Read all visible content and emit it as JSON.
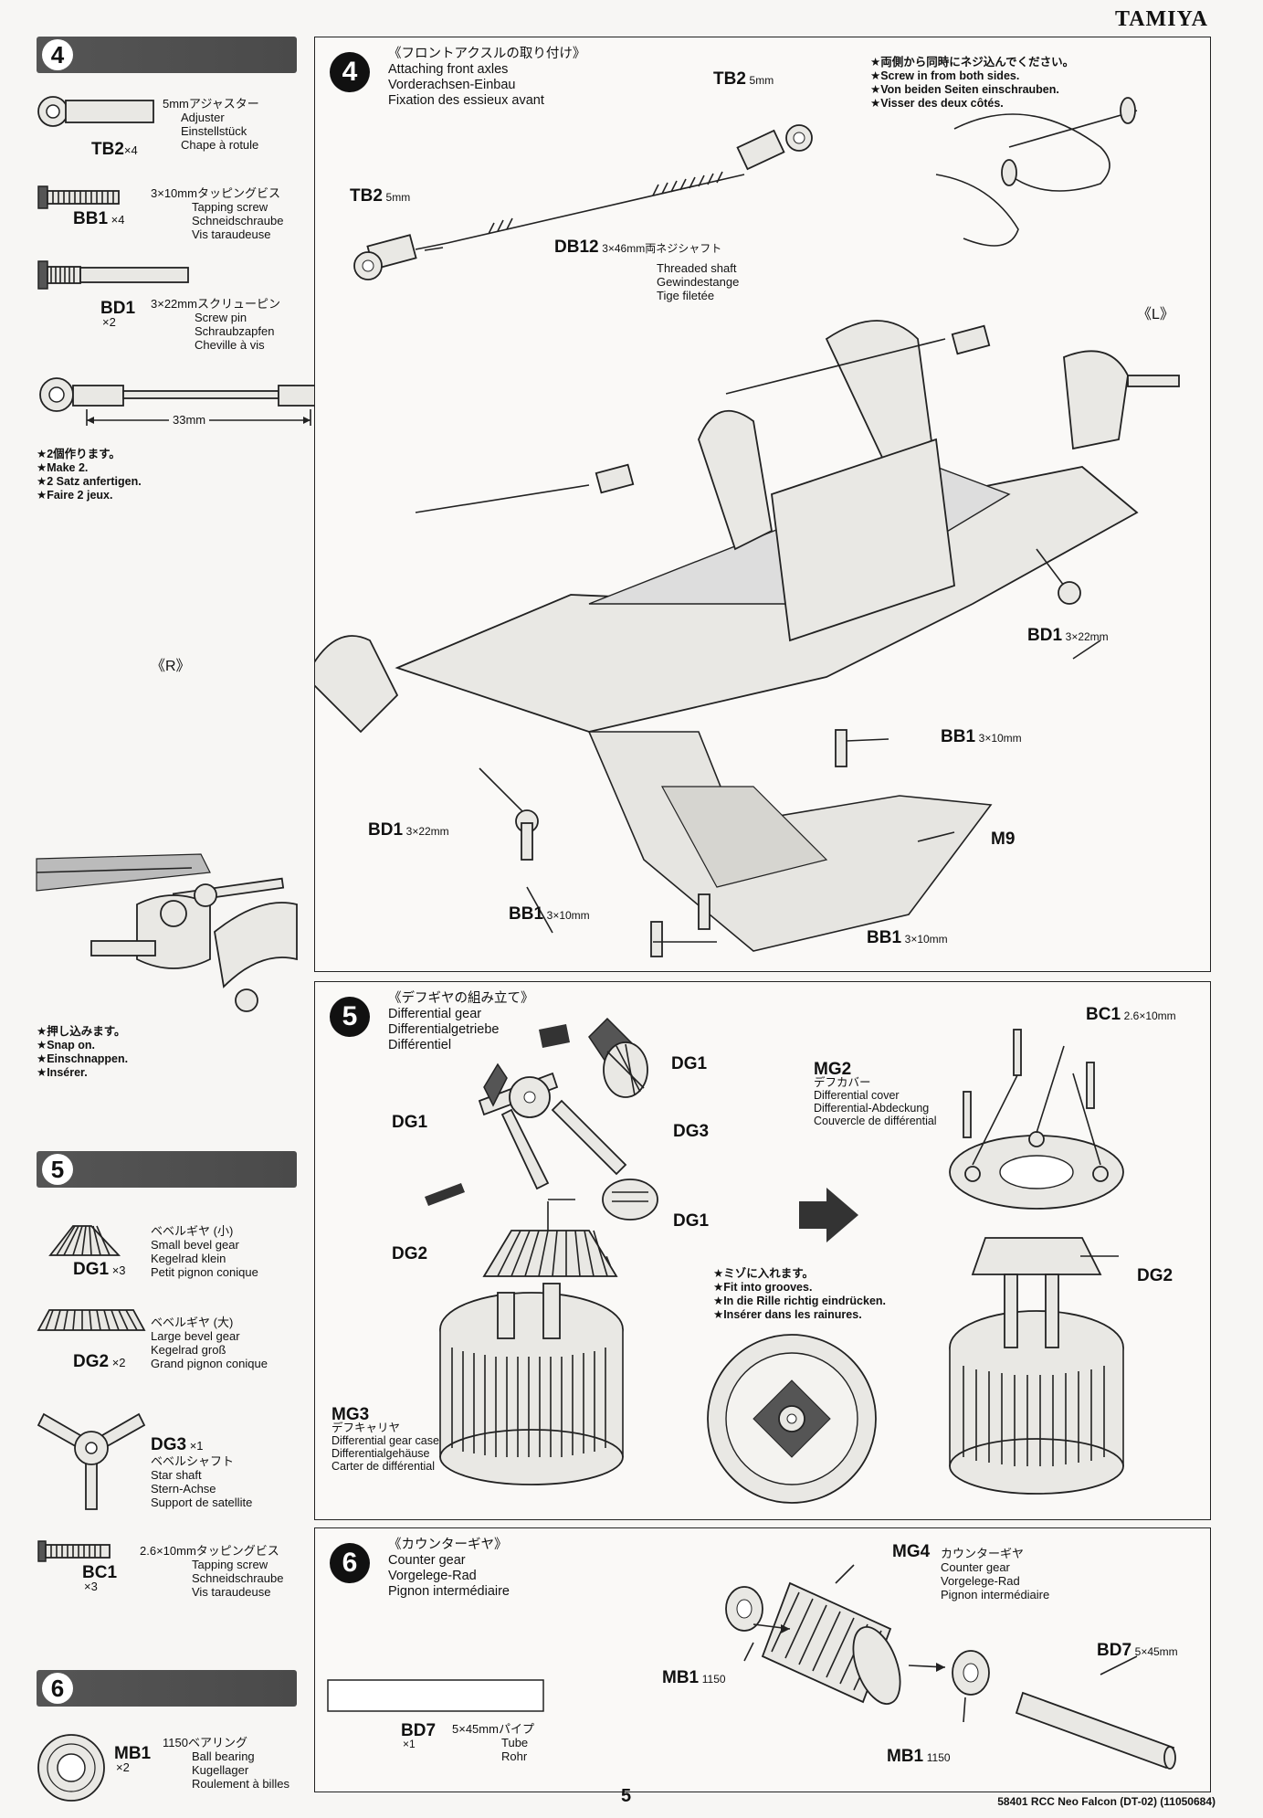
{
  "header": {
    "brand": "TAMIYA"
  },
  "sidebar": {
    "step4": {
      "number": "4",
      "parts": [
        {
          "code": "TB2",
          "qty": "×4",
          "names": [
            "5mmアジャスター",
            "Adjuster",
            "Einstellstück",
            "Chape à rotule"
          ]
        },
        {
          "code": "BB1",
          "qty": "×4",
          "names": [
            "3×10mmタッピングビス",
            "Tapping screw",
            "Schneidschraube",
            "Vis taraudeuse"
          ]
        },
        {
          "code": "BD1",
          "qty": "×2",
          "names": [
            "3×22mmスクリューピン",
            "Screw pin",
            "Schraubzapfen",
            "Cheville à vis"
          ]
        }
      ],
      "dimension": "33mm",
      "make_note": [
        "★2個作ります。",
        "★Make 2.",
        "★2 Satz anfertigen.",
        "★Faire 2 jeux."
      ],
      "snap_note": [
        "★押し込みます。",
        "★Snap on.",
        "★Einschnappen.",
        "★Insérer."
      ]
    },
    "step5": {
      "number": "5",
      "parts": [
        {
          "code": "DG1",
          "qty": "×3",
          "names": [
            "ベベルギヤ (小)",
            "Small bevel gear",
            "Kegelrad klein",
            "Petit pignon conique"
          ]
        },
        {
          "code": "DG2",
          "qty": "×2",
          "names": [
            "ベベルギヤ (大)",
            "Large bevel gear",
            "Kegelrad groß",
            "Grand pignon conique"
          ]
        },
        {
          "code": "DG3",
          "qty": "×1",
          "names": [
            "ベベルシャフト",
            "Star shaft",
            "Stern-Achse",
            "Support de satellite"
          ]
        },
        {
          "code": "BC1",
          "qty": "×3",
          "names": [
            "2.6×10mmタッピングビス",
            "Tapping screw",
            "Schneidschraube",
            "Vis taraudeuse"
          ]
        }
      ]
    },
    "step6": {
      "number": "6",
      "parts": [
        {
          "code": "MB1",
          "qty": "×2",
          "names": [
            "1150ベアリング",
            "Ball bearing",
            "Kugellager",
            "Roulement à billes"
          ]
        }
      ]
    }
  },
  "steps": {
    "step4": {
      "number": "4",
      "titles": [
        "《フロントアクスルの取り付け》",
        "Attaching front axles",
        "Vorderachsen-Einbau",
        "Fixation des essieux avant"
      ],
      "screw_note": [
        "★両側から同時にネジ込んでください。",
        "★Screw in from both sides.",
        "★Von beiden Seiten einschrauben.",
        "★Visser des deux côtés."
      ],
      "tb2_label": "TB2",
      "tb2_size": "5mm",
      "db12": {
        "code": "DB12",
        "names": [
          "3×46mm両ネジシャフト",
          "Threaded shaft",
          "Gewindestange",
          "Tige filetée"
        ]
      },
      "left_marker": "《L》",
      "right_marker": "《R》",
      "bd1": "BD1",
      "bd1_size": "3×22mm",
      "bb1": "BB1",
      "bb1_size": "3×10mm",
      "m9": "M9"
    },
    "step5": {
      "number": "5",
      "titles": [
        "《デフギヤの組み立て》",
        "Differential gear",
        "Differentialgetriebe",
        "Différentiel"
      ],
      "dg1": "DG1",
      "dg2": "DG2",
      "dg3": "DG3",
      "mg2": {
        "code": "MG2",
        "names": [
          "デフカバー",
          "Differential cover",
          "Differential-Abdeckung",
          "Couvercle de différential"
        ]
      },
      "mg3": {
        "code": "MG3",
        "names": [
          "デフキャリヤ",
          "Differential gear case",
          "Differentialgehäuse",
          "Carter de différential"
        ]
      },
      "bc1": "BC1",
      "bc1_size": "2.6×10mm",
      "groove_note": [
        "★ミゾに入れます。",
        "★Fit into grooves.",
        "★In die Rille richtig eindrücken.",
        "★Insérer dans les rainures."
      ]
    },
    "step6": {
      "number": "6",
      "titles": [
        "《カウンターギヤ》",
        "Counter gear",
        "Vorgelege-Rad",
        "Pignon intermédiaire"
      ],
      "mg4": {
        "code": "MG4",
        "names": [
          "カウンターギヤ",
          "Counter gear",
          "Vorgelege-Rad",
          "Pignon intermédiaire"
        ]
      },
      "mb1": "MB1",
      "mb1_size": "1150",
      "bd7": "BD7",
      "bd7_size": "5×45mm",
      "bd7_part": {
        "code": "BD7",
        "qty": "×1",
        "names": [
          "5×45mmパイプ",
          "Tube",
          "Rohr"
        ]
      }
    }
  },
  "footer": {
    "page": "5",
    "ref": "58401 RCC Neo Falcon (DT-02) (11050684)"
  }
}
